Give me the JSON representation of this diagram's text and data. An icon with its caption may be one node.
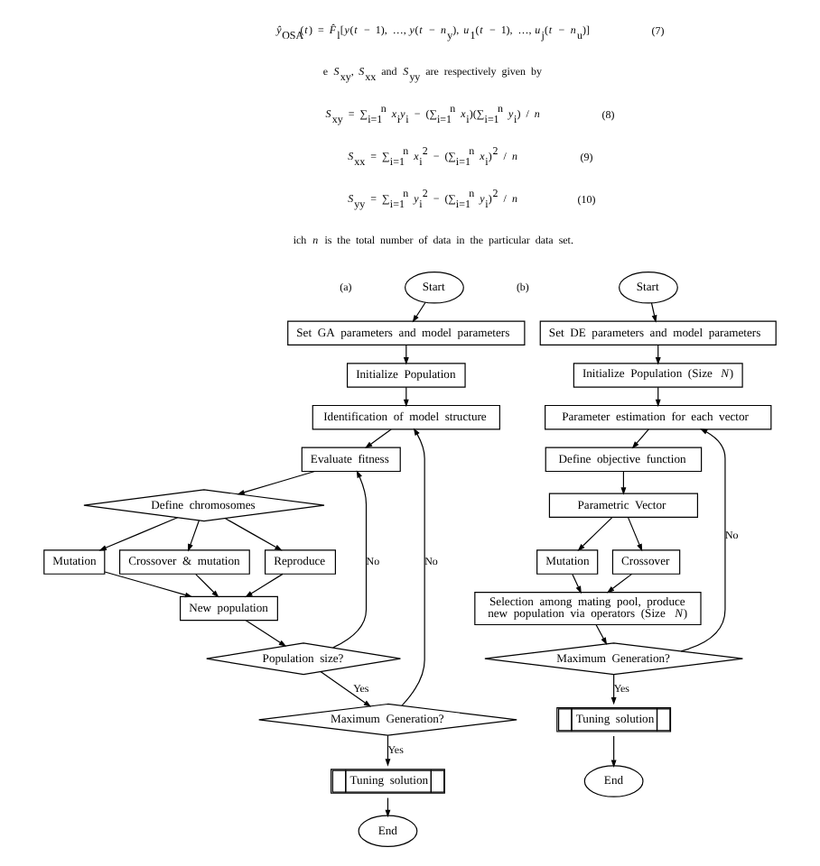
{
  "diagram": {
    "nodes": [
      {
        "text": [
          "Start"
        ]
      },
      {
        "text": [
          "Set GA parameters and model parameters"
        ]
      },
      {
        "text": [
          "Initialize Population"
        ]
      },
      {
        "text": [
          "Identification of model structure"
        ]
      },
      {
        "text": [
          "Evaluate fitness"
        ]
      },
      {
        "text": [
          "Define chromosomes"
        ]
      },
      {
        "text": [
          "Mutation"
        ]
      },
      {
        "text": [
          "Crossover & mutation"
        ]
      },
      {
        "text": [
          "Reproduce"
        ]
      },
      {
        "text": [
          "New population"
        ]
      },
      {
        "text": [
          "Population size?"
        ]
      },
      {
        "text": [
          "Maximum Generation?"
        ]
      },
      {
        "text": [
          "Tuning solution"
        ]
      },
      {
        "text": [
          "End"
        ]
      },
      {
        "text": [
          "Start"
        ]
      },
      {
        "text": [
          "Set DE parameters and model parameters"
        ]
      },
      {
        "text": [
          "Initialize Population (Size *N*)"
        ]
      },
      {
        "text": [
          "Parameter estimation for each vector"
        ]
      },
      {
        "text": [
          "Define objective function"
        ]
      },
      {
        "text": [
          "Parametric Vector"
        ]
      },
      {
        "text": [
          "Mutation"
        ]
      },
      {
        "text": [
          "Crossover"
        ]
      },
      {
        "text": [
          "Selection among mating pool, produce new population via operators (Size *N*)"
        ]
      },
      {
        "text": [
          "Maximum Generation?"
        ]
      },
      {
        "text": [
          "Tuning solution"
        ]
      },
      {
        "text": [
          "End"
        ]
      }
    ],
    "edges": [
      {
        "from": 0,
        "to": 1,
        "arrow": "to"
      },
      {
        "from": 1,
        "to": 2,
        "arrow": "to"
      },
      {
        "from": 2,
        "to": 3,
        "arrow": "to"
      },
      {
        "from": 3,
        "to": 4,
        "arrow": "to"
      },
      {
        "from": 4,
        "to": 5,
        "arrow": "to"
      },
      {
        "from": 5,
        "to": 6,
        "arrow": "to"
      },
      {
        "from": 5,
        "to": 7,
        "arrow": "to"
      },
      {
        "from": 5,
        "to": 8,
        "arrow": "to"
      },
      {
        "from": 6,
        "to": 9,
        "arrow": "to"
      },
      {
        "from": 7,
        "to": 9,
        "arrow": "to"
      },
      {
        "from": 8,
        "to": 9,
        "arrow": "to"
      },
      {
        "from": 9,
        "to": 10,
        "arrow": "to"
      },
      {
        "from": 10,
        "to": 4,
        "arrow": "to",
        "label": "No"
      },
      {
        "from": 10,
        "to": 11,
        "arrow": "to",
        "label": "Yes"
      },
      {
        "from": 11,
        "to": 3,
        "arrow": "to",
        "label": "No"
      },
      {
        "from": 11,
        "to": 12,
        "arrow": "to",
        "label": "Yes"
      },
      {
        "from": 12,
        "to": 13,
        "arrow": "to"
      },
      {
        "from": 14,
        "to": 15,
        "arrow": "to"
      },
      {
        "from": 15,
        "to": 16,
        "arrow": "to"
      },
      {
        "from": 16,
        "to": 17,
        "arrow": "to"
      },
      {
        "from": 17,
        "to": 18,
        "arrow": "to"
      },
      {
        "from": 18,
        "to": 19,
        "arrow": "to"
      },
      {
        "from": 19,
        "to": 20,
        "arrow": "to"
      },
      {
        "from": 19,
        "to": 21,
        "arrow": "to"
      },
      {
        "from": 20,
        "to": 22,
        "arrow": "to"
      },
      {
        "from": 21,
        "to": 22,
        "arrow": "to"
      },
      {
        "from": 22,
        "to": 23,
        "arrow": "to"
      },
      {
        "from": 23,
        "to": 17,
        "arrow": "to",
        "label": "No"
      },
      {
        "from": 23,
        "to": 24,
        "arrow": "to",
        "label": "Yes"
      },
      {
        "from": 24,
        "to": 25,
        "arrow": "to"
      }
    ],
    "labels": [
      "*ŷ*$_{OSA}$(*t*) = *F̂*$_{l}$[*y*(*t* − 1), …, *y*(*t* − *n*$_{y}$), *u*$_{1}$(*t* − 1), …, *u*$_{j}$(*t* − *n*$_{u}$)]",
      "(7)",
      "e *S*$_{xy}$, *S*$_{xx}$ and *S*$_{yy}$ are respectively given by",
      "*S*$_{xy}$ = ∑$_{i=1}$$^{n}$ *x*$_{i}$*y*$_{i}$ − (∑$_{i=1}$$^{n}$ *x*$_{i}$)(∑$_{i=1}$$^{n}$ *y*$_{i}$) / *n*",
      "(8)",
      "*S*$_{xx}$ = ∑$_{i=1}$$^{n}$ *x*$_{i}$$^{2}$ − (∑$_{i=1}$$^{n}$ *x*$_{i}$)$^{2}$ / *n*",
      "(9)",
      "*S*$_{yy}$ = ∑$_{i=1}$$^{n}$ *y*$_{i}$$^{2}$ − (∑$_{i=1}$$^{n}$ *y*$_{i}$)$^{2}$ / *n*",
      "(10)",
      "ich *n* is the total number of data in the particular data set.",
      "(a)",
      "(b)"
    ]
  }
}
